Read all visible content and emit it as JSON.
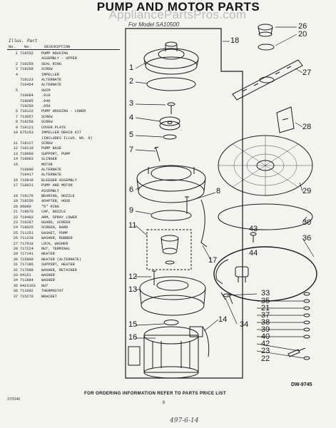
{
  "page": {
    "title": "PUMP AND MOTOR PARTS",
    "watermark": "AppliancePartsPros.com",
    "model_line": "For Model SA10500",
    "footer_instruction": "FOR ORDERING INFORMATION REFER TO PARTS PRICE LIST",
    "dw_code": "DW-9745",
    "footer_left": "370346",
    "footer_page": "6",
    "footer_handwriting": "497-6-14"
  },
  "parts_table": {
    "head_illus": "Illus.",
    "head_part": "Part",
    "head_no1": "No.",
    "head_no2": "No.",
    "head_desc": "DESCRIPTION",
    "rows": [
      {
        "num": "1",
        "pn": "718252",
        "desc": "PUMP HOUSING"
      },
      {
        "num": "",
        "pn": "",
        "desc": "ASSEMBLY - UPPER"
      },
      {
        "num": "2",
        "pn": "718259",
        "desc": "SEAL RING"
      },
      {
        "num": "3",
        "pn": "718268",
        "desc": "SCREW"
      },
      {
        "num": "4",
        "pn": "",
        "desc": "IMPELLER"
      },
      {
        "num": "",
        "pn": "718123",
        "desc": "ALTERNATE"
      },
      {
        "num": "",
        "pn": "719454",
        "desc": "ALTERNATE"
      },
      {
        "num": "5",
        "pn": "",
        "desc": "SHIM"
      },
      {
        "num": "",
        "pn": "719084",
        "desc": ".010"
      },
      {
        "num": "",
        "pn": "719085",
        "desc": ".040"
      },
      {
        "num": "",
        "pn": "719250",
        "desc": ".050"
      },
      {
        "num": "6",
        "pn": "718122",
        "desc": "PUMP HOUSING - LOWER"
      },
      {
        "num": "7",
        "pn": "713057",
        "desc": "SCREW"
      },
      {
        "num": "8",
        "pn": "718258",
        "desc": "SCREW"
      },
      {
        "num": "9",
        "pn": "718121",
        "desc": "COVER PLATE"
      },
      {
        "num": "10",
        "pn": "875153",
        "desc": "IMPELLER DRAIN KIT"
      },
      {
        "num": "",
        "pn": "",
        "desc": "(INCLUDES ILLUS. NO. 9)"
      },
      {
        "num": "11",
        "pn": "718127",
        "desc": "SCREW"
      },
      {
        "num": "12",
        "pn": "718119",
        "desc": "PUMP BASE"
      },
      {
        "num": "13",
        "pn": "718069",
        "desc": "SUPPORT, PUMP"
      },
      {
        "num": "14",
        "pn": "718083",
        "desc": "SLINGER"
      },
      {
        "num": "15",
        "pn": "",
        "desc": "MOTOR"
      },
      {
        "num": "",
        "pn": "716890",
        "desc": "ALTERNATE"
      },
      {
        "num": "",
        "pn": "719417",
        "desc": "ALTERNATE"
      },
      {
        "num": "16",
        "pn": "716819",
        "desc": "BLEEDER ASSEMBLY"
      },
      {
        "num": "17",
        "pn": "718021",
        "desc": "PUMP AND MOTOR"
      },
      {
        "num": "",
        "pn": "",
        "desc": "ASSEMBLY"
      },
      {
        "num": "18",
        "pn": "719176",
        "desc": "BEARING, NOZZLE"
      },
      {
        "num": "19",
        "pn": "718250",
        "desc": "ADAPTER, HOSE"
      },
      {
        "num": "20",
        "pn": "95080",
        "desc": "\"O\" RING"
      },
      {
        "num": "21",
        "pn": "719070",
        "desc": "CAP, NOZZLE"
      },
      {
        "num": "22",
        "pn": "719403",
        "desc": "ARM, SPRAY LOWER"
      },
      {
        "num": "23",
        "pn": "718267",
        "desc": "GUARD, SCREEN"
      },
      {
        "num": "24",
        "pn": "718025",
        "desc": "SCREEN, BAND"
      },
      {
        "num": "25",
        "pn": "711251",
        "desc": "GASKET, PUMP"
      },
      {
        "num": "26",
        "pn": "711228",
        "desc": "WASHER, RUBBER"
      },
      {
        "num": "27",
        "pn": "717919",
        "desc": "LOCK, WASHER"
      },
      {
        "num": "28",
        "pn": "717224",
        "desc": "NUT, TERMINAL"
      },
      {
        "num": "29",
        "pn": "717141",
        "desc": "HEATER"
      },
      {
        "num": "30",
        "pn": "715890",
        "desc": "HEATER (ALTERNATE)"
      },
      {
        "num": "31",
        "pn": "717186",
        "desc": "SUPPORT, HEATER"
      },
      {
        "num": "32",
        "pn": "717089",
        "desc": "WASHER, RETAINER"
      },
      {
        "num": "33",
        "pn": "94151",
        "desc": "WASHER"
      },
      {
        "num": "34",
        "pn": "711884",
        "desc": "WASHER"
      },
      {
        "num": "35",
        "pn": "9423163",
        "desc": "NUT"
      },
      {
        "num": "36",
        "pn": "711092",
        "desc": "THERMOSTAT"
      },
      {
        "num": "37",
        "pn": "715270",
        "desc": "BRACKET"
      }
    ]
  },
  "callouts": [
    "1",
    "2",
    "3",
    "4",
    "5",
    "7",
    "6",
    "8",
    "9",
    "11",
    "17",
    "12",
    "13",
    "14",
    "15",
    "16",
    "18",
    "26",
    "20",
    "27",
    "28",
    "29",
    "30",
    "36",
    "43",
    "44",
    "33",
    "35",
    "21",
    "37",
    "38",
    "39",
    "40",
    "42",
    "23",
    "22",
    "34"
  ],
  "colors": {
    "ink": "#1a1a1a",
    "paper": "#f4f4ef",
    "watermark": "#8c8c8c"
  }
}
